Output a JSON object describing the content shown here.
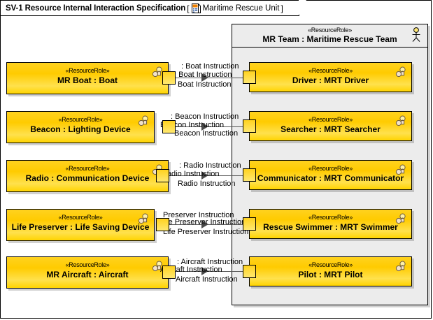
{
  "diagram": {
    "title": "SV-1 Resource Internal Interaction Specification",
    "bracket_left": "[",
    "bracket_right": "]",
    "context_icon": "block-definition-icon",
    "context_name": "Maritime Rescue Unit"
  },
  "container": {
    "stereotype": "«ResourceRole»",
    "name": "MR Team : Maritime Rescue Team",
    "icon": "actor-icon"
  },
  "left_roles": [
    {
      "stereotype": "«ResourceRole»",
      "name": "MR Boat : Boat",
      "icon": "resource-role-icon",
      "port": "port-square"
    },
    {
      "stereotype": "«ResourceRole»",
      "name": "Beacon : Lighting Device",
      "icon": "resource-role-icon",
      "port": "port-square"
    },
    {
      "stereotype": "«ResourceRole»",
      "name": "Radio : Communication Device",
      "icon": "resource-role-icon",
      "port": "port-square"
    },
    {
      "stereotype": "«ResourceRole»",
      "name": "Life Preserver : Life Saving Device",
      "icon": "resource-role-icon",
      "port": "port-square"
    },
    {
      "stereotype": "«ResourceRole»",
      "name": "MR Aircraft : Aircraft",
      "icon": "resource-role-icon",
      "port": "port-square"
    }
  ],
  "right_roles": [
    {
      "stereotype": "«ResourceRole»",
      "name": "Driver : MRT Driver",
      "icon": "resource-role-icon",
      "port": "port-square"
    },
    {
      "stereotype": "«ResourceRole»",
      "name": "Searcher : MRT Searcher",
      "icon": "resource-role-icon",
      "port": "port-square"
    },
    {
      "stereotype": "«ResourceRole»",
      "name": "Communicator : MRT Communicator",
      "icon": "resource-role-icon",
      "port": "port-square"
    },
    {
      "stereotype": "«ResourceRole»",
      "name": "Rescue Swimmer : MRT Swimmer",
      "icon": "resource-role-icon",
      "port": "port-square"
    },
    {
      "stereotype": "«ResourceRole»",
      "name": "Pilot : MRT Pilot",
      "icon": "resource-role-icon",
      "port": "port-square"
    }
  ],
  "connectors": [
    {
      "label_top": ": Boat Instruction",
      "label_mid": ": Boat Instruction",
      "label_bottom": "Boat Instruction"
    },
    {
      "label_top": ": Beacon Instruction",
      "label_mid": "Beacon Instruction",
      "label_bottom": "Beacon Instruction"
    },
    {
      "label_top": ": Radio Instruction",
      "label_mid": "Radio Instruction",
      "label_bottom": "Radio Instruction"
    },
    {
      "label_top": "Preserver Instruction",
      "label_mid": "Life Preserver Instruction",
      "label_bottom": "Life Preserver Instruction"
    },
    {
      "label_top": ": Aircraft Instruction",
      "label_mid": "Aircraft Instruction",
      "label_bottom": "Aircraft Instruction"
    }
  ]
}
